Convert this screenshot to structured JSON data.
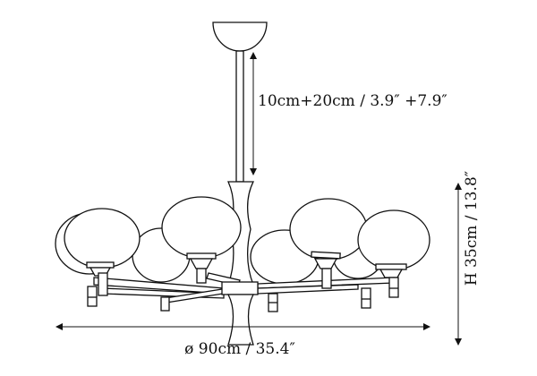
{
  "dimensions": {
    "drop": "10cm+20cm / 3.9″ +7.9″",
    "height": "H 35cm / 13.8″",
    "diameter": "ø 90cm / 35.4″"
  },
  "colors": {
    "line": "#111111",
    "background": "#ffffff"
  }
}
